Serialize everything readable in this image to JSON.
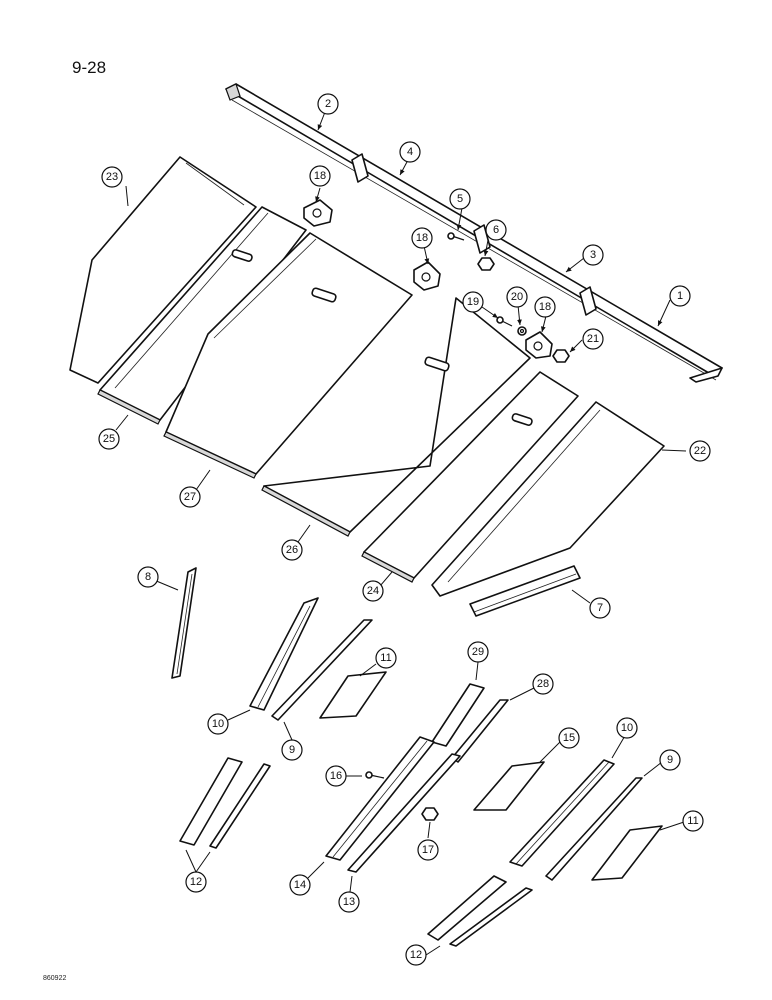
{
  "page_number": "9-28",
  "drawing_code": "860922",
  "callouts": [
    "1",
    "2",
    "3",
    "4",
    "5",
    "6",
    "7",
    "8",
    "9",
    "9",
    "10",
    "10",
    "11",
    "11",
    "12",
    "12",
    "13",
    "14",
    "15",
    "16",
    "17",
    "18",
    "18",
    "18",
    "19",
    "20",
    "21",
    "22",
    "23",
    "24",
    "25",
    "26",
    "27",
    "28",
    "29"
  ]
}
